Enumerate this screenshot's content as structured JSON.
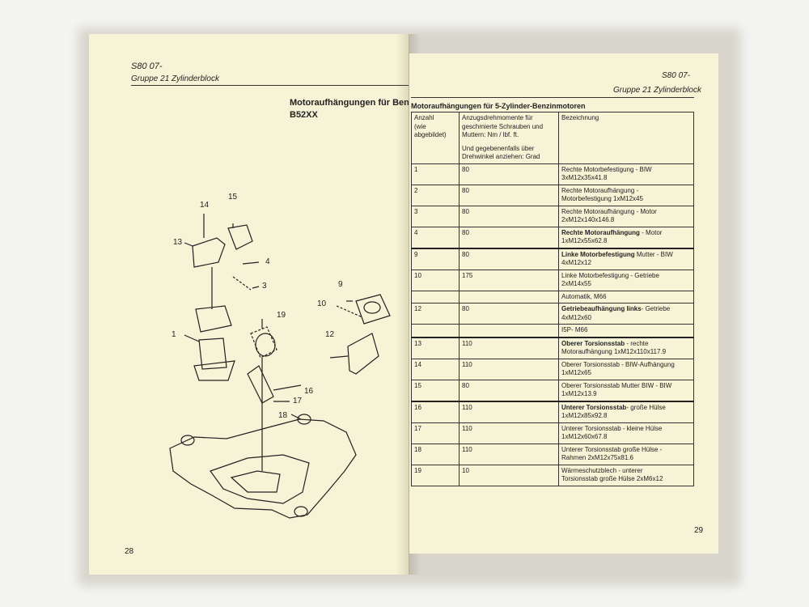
{
  "left_page": {
    "header_model": "S80 07-",
    "header_group": "Gruppe 21 Zylinderblock",
    "diagram_title_line1": "Motoraufhängungen für Benzinmotoren",
    "diagram_title_line2": "B52XX",
    "page_number": "28",
    "callouts": [
      "1",
      "3",
      "4",
      "9",
      "10",
      "12",
      "13",
      "14",
      "15",
      "16",
      "17",
      "18",
      "19"
    ]
  },
  "right_page": {
    "header_model": "S80 07-",
    "header_group": "Gruppe 21 Zylinderblock",
    "table_title": "Motoraufhängungen für 5-Zylinder-Benzinmotoren",
    "columns": {
      "anzahl": [
        "Anzahl",
        "(wie",
        "abgebildet)"
      ],
      "anzug": [
        "Anzugsdrehmomente für",
        "geschmierte Schrauben und",
        "Muttern: Nm / lbf. ft.",
        "",
        "Und gegebenenfalls über",
        "Drehwinkel anziehen: Grad"
      ],
      "bezeichnung": "Bezeichnung"
    },
    "rows": [
      {
        "n": "1",
        "t": "80",
        "b": "",
        "d": [
          "Rechte Motorbefestigung - BIW",
          "3xM12x35x41.8"
        ]
      },
      {
        "n": "2",
        "t": "80",
        "b": "",
        "d": [
          "Rechte Motoraufhängung -",
          "Motorbefestigung 1xM12x45"
        ]
      },
      {
        "n": "3",
        "t": "80",
        "b": "",
        "d": [
          "Rechte Motoraufhängung - Motor",
          "2xM12x140x146.8"
        ]
      },
      {
        "n": "4",
        "t": "80",
        "b": "Rechte Motoraufhängung",
        "d": [
          " - Motor",
          "1xM12x55x62.8"
        ]
      },
      {
        "n": "9",
        "t": "80",
        "b": "Linke Motorbefestigung",
        "d": [
          " Mutter - BIW",
          "4xM12x12"
        ]
      },
      {
        "n": "10",
        "t": "175",
        "b": "",
        "d": [
          "Linke Motorbefestigung - Getriebe",
          "2xM14x55"
        ]
      },
      {
        "n": "",
        "t": "",
        "b": "",
        "d": [
          "Automatik, M66"
        ]
      },
      {
        "n": "12",
        "t": "80",
        "b": "Getriebeaufhängung links",
        "d": [
          "- Getriebe",
          "4xM12x60"
        ]
      },
      {
        "n": "",
        "t": "",
        "b": "",
        "d": [
          "I5P- M66"
        ]
      },
      {
        "n": "13",
        "t": "110",
        "b": "Oberer Torsionsstab",
        "d": [
          " - rechte",
          "Motoraufhängung 1xM12x110x117.9"
        ]
      },
      {
        "n": "14",
        "t": "110",
        "b": "",
        "d": [
          "Oberer Torsionsstab - BIW-Aufhängung",
          "1xM12x65"
        ]
      },
      {
        "n": "15",
        "t": "80",
        "b": "",
        "d": [
          "Oberer Torsionsstab Mutter BIW - BIW",
          "1xM12x13.9"
        ]
      },
      {
        "n": "16",
        "t": "110",
        "b": "Unterer Torsionsstab",
        "d": [
          "- große Hülse",
          "1xM12x85x92.8"
        ]
      },
      {
        "n": "17",
        "t": "110",
        "b": "",
        "d": [
          "Unterer Torsionsstab - kleine Hülse",
          "1xM12x60x67.8"
        ]
      },
      {
        "n": "18",
        "t": "110",
        "b": "",
        "d": [
          "Unterer Torsionsstab große Hülse -",
          "Rahmen 2xM12x75x81.6"
        ]
      },
      {
        "n": "19",
        "t": "10",
        "b": "",
        "d": [
          "Wärmeschutzblech - unterer",
          "Torsionsstab große Hülse 2xM6x12"
        ]
      }
    ],
    "page_number": "29"
  }
}
